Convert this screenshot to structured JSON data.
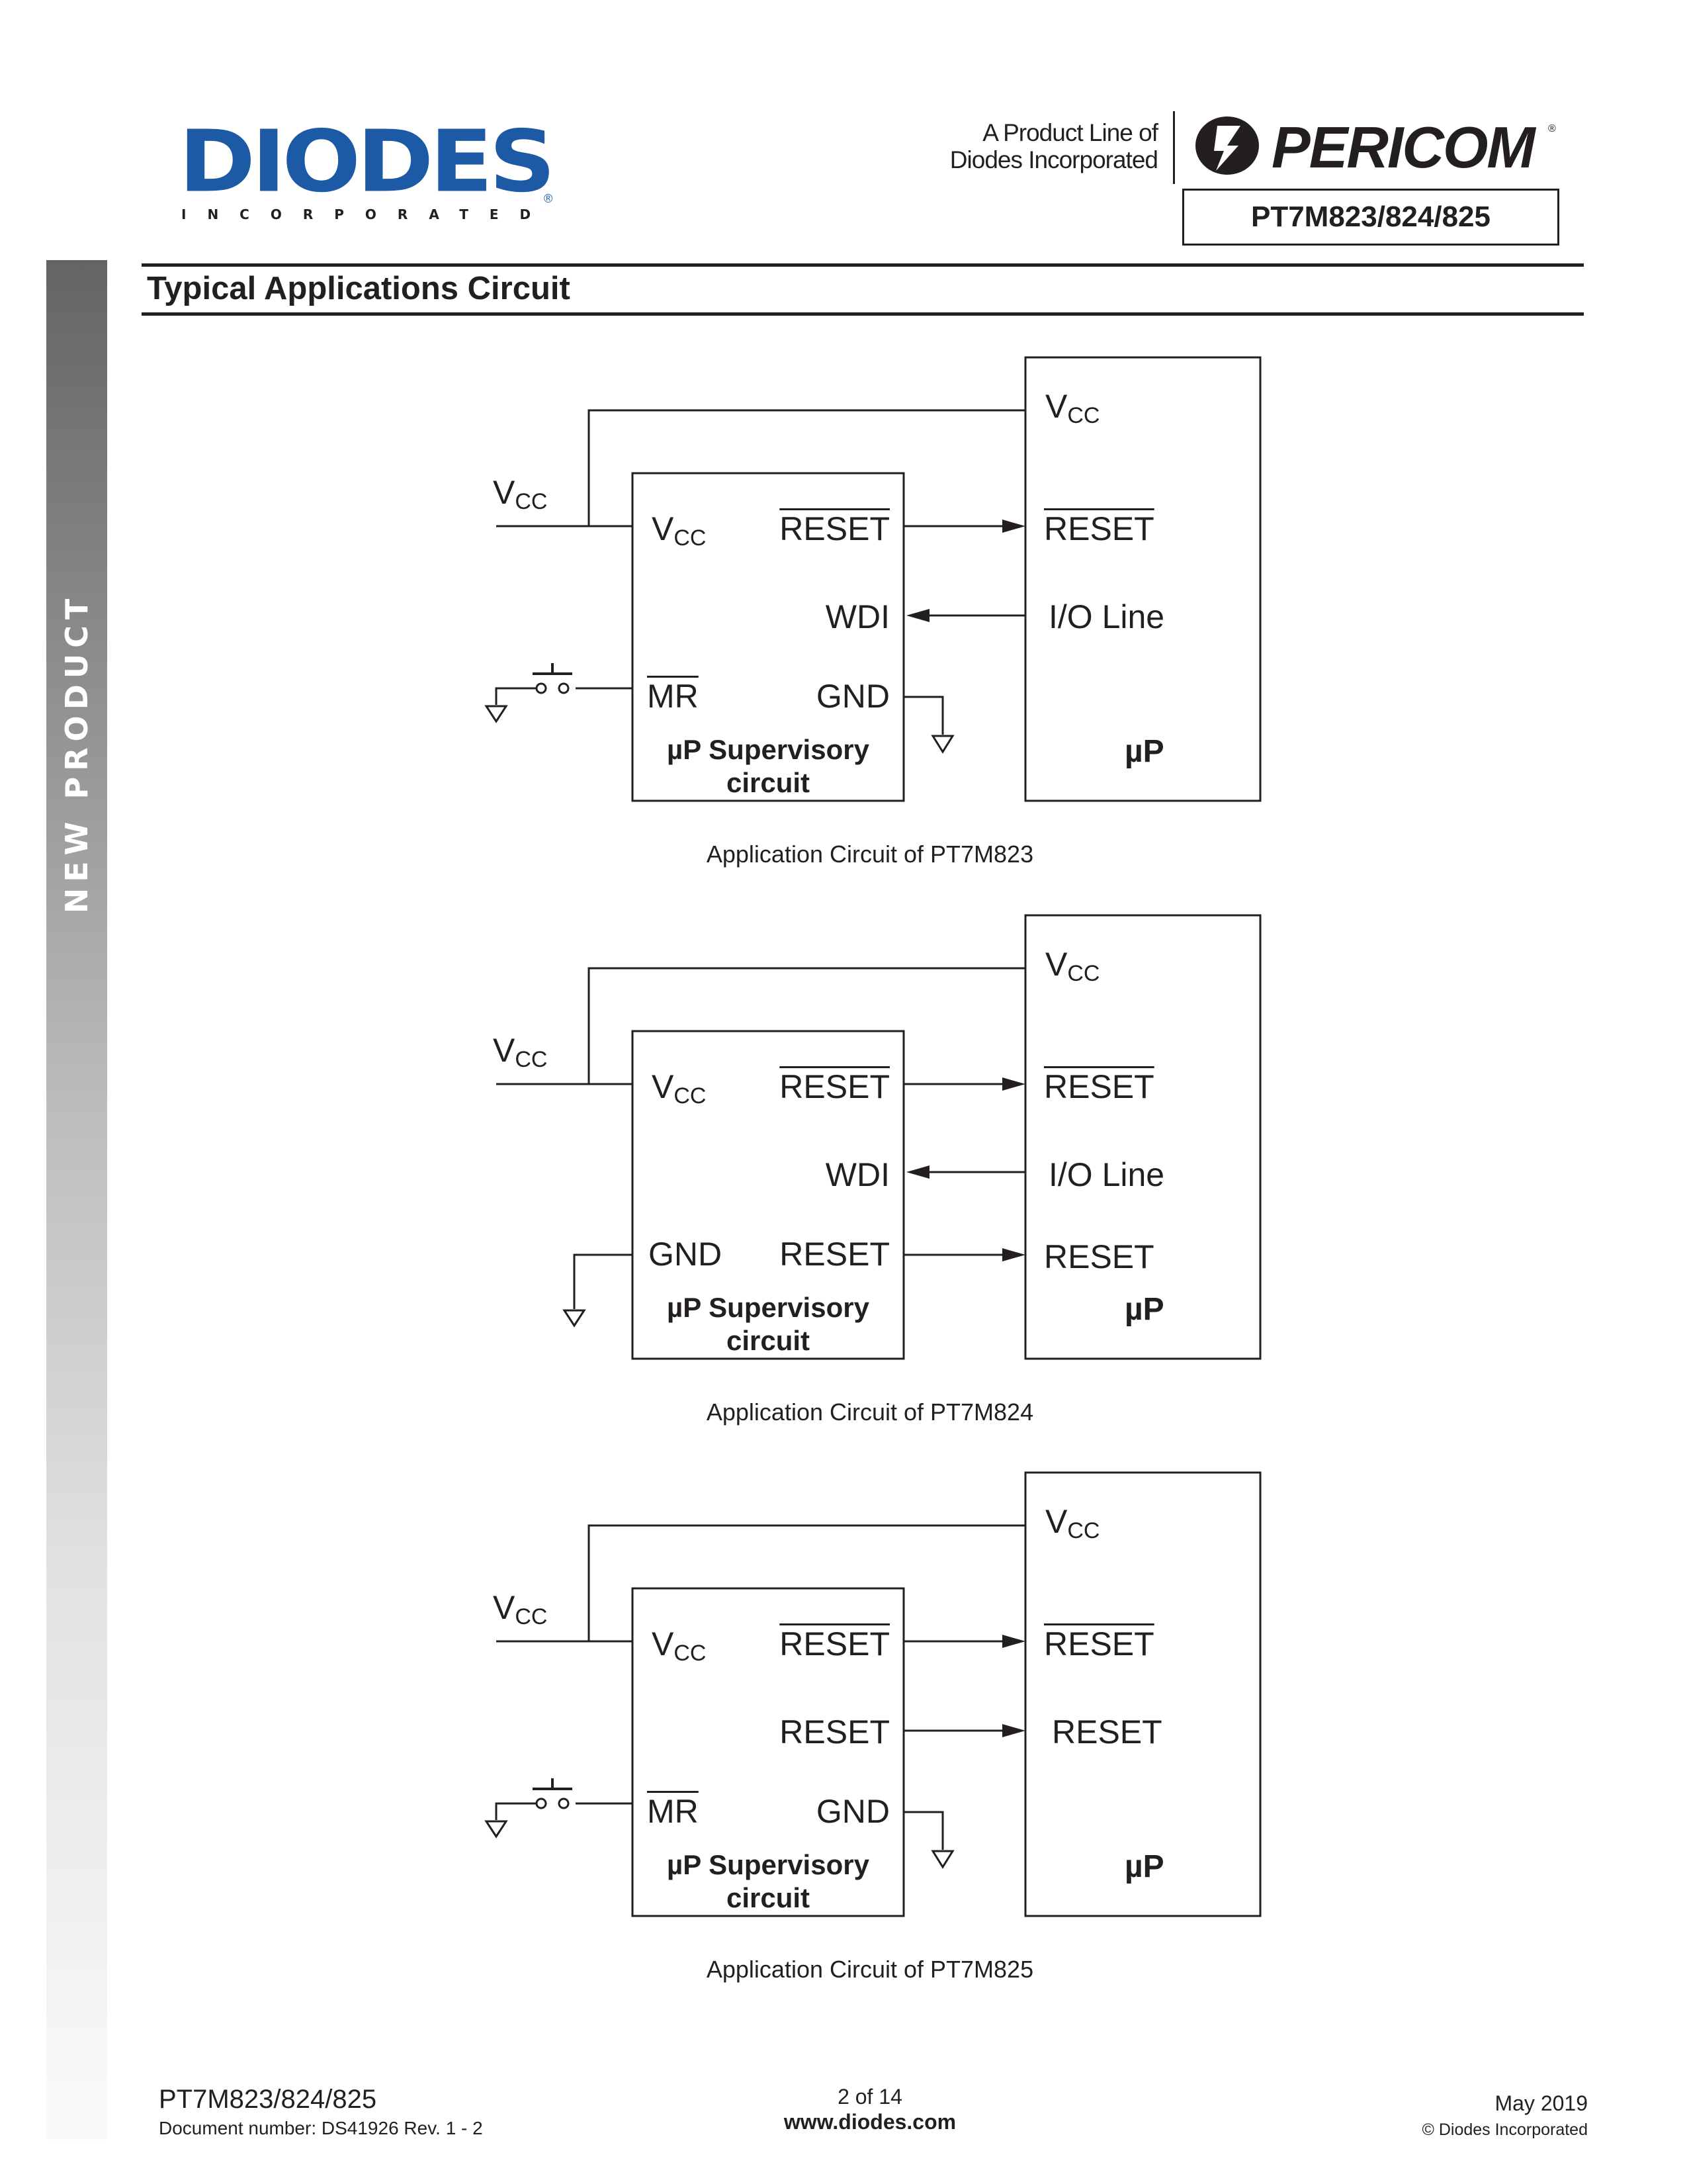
{
  "sidebar": {
    "label": "NEW PRODUCT"
  },
  "header": {
    "logo_main": "DIODES",
    "logo_sub": "INCORPORATED",
    "logo_reg": "®",
    "product_line_line1": "A Product Line of",
    "product_line_line2": "Diodes Incorporated",
    "pericom_logo": "PERICOM",
    "pericom_reg": "®",
    "part_number": "PT7M823/824/825"
  },
  "section": {
    "title": "Typical Applications Circuit"
  },
  "circuits": [
    {
      "caption": "Application Circuit of PT7M823",
      "external_vcc": "V",
      "external_vcc_sub": "CC",
      "supervisor": {
        "vcc": "V",
        "vcc_sub": "CC",
        "pins_right": [
          "RESET",
          "WDI",
          "GND"
        ],
        "pins_right_overline": [
          true,
          false,
          false
        ],
        "pin_left_bottom": "MR",
        "pin_left_bottom_overline": true,
        "title_line1": "µP Supervisory",
        "title_line2": "circuit"
      },
      "microprocessor": {
        "vcc": "V",
        "vcc_sub": "CC",
        "pins": [
          "RESET",
          "I/O Line"
        ],
        "pins_overline": [
          true,
          false
        ],
        "label": "µP"
      },
      "has_pushbutton": true
    },
    {
      "caption": "Application Circuit of PT7M824",
      "external_vcc": "V",
      "external_vcc_sub": "CC",
      "supervisor": {
        "vcc": "V",
        "vcc_sub": "CC",
        "pins_right": [
          "RESET",
          "WDI",
          "RESET"
        ],
        "pins_right_overline": [
          true,
          false,
          false
        ],
        "pin_left_bottom": "GND",
        "pin_left_bottom_overline": false,
        "title_line1": "µP Supervisory",
        "title_line2": "circuit"
      },
      "microprocessor": {
        "vcc": "V",
        "vcc_sub": "CC",
        "pins": [
          "RESET",
          "I/O Line",
          "RESET"
        ],
        "pins_overline": [
          true,
          false,
          false
        ],
        "label": "µP"
      },
      "has_pushbutton": false
    },
    {
      "caption": "Application Circuit of PT7M825",
      "external_vcc": "V",
      "external_vcc_sub": "CC",
      "supervisor": {
        "vcc": "V",
        "vcc_sub": "CC",
        "pins_right": [
          "RESET",
          "RESET",
          "GND"
        ],
        "pins_right_overline": [
          true,
          false,
          false
        ],
        "pin_left_bottom": "MR",
        "pin_left_bottom_overline": true,
        "title_line1": "µP Supervisory",
        "title_line2": "circuit"
      },
      "microprocessor": {
        "vcc": "V",
        "vcc_sub": "CC",
        "pins": [
          "RESET",
          "RESET"
        ],
        "pins_overline": [
          true,
          false
        ],
        "label": "µP"
      },
      "has_pushbutton": true
    }
  ],
  "footer": {
    "part_number": "PT7M823/824/825",
    "document_number": "Document number: DS41926  Rev. 1 - 2",
    "page": "2 of 14",
    "website": "www.diodes.com",
    "date": "May 2019",
    "copyright": "© Diodes Incorporated"
  }
}
